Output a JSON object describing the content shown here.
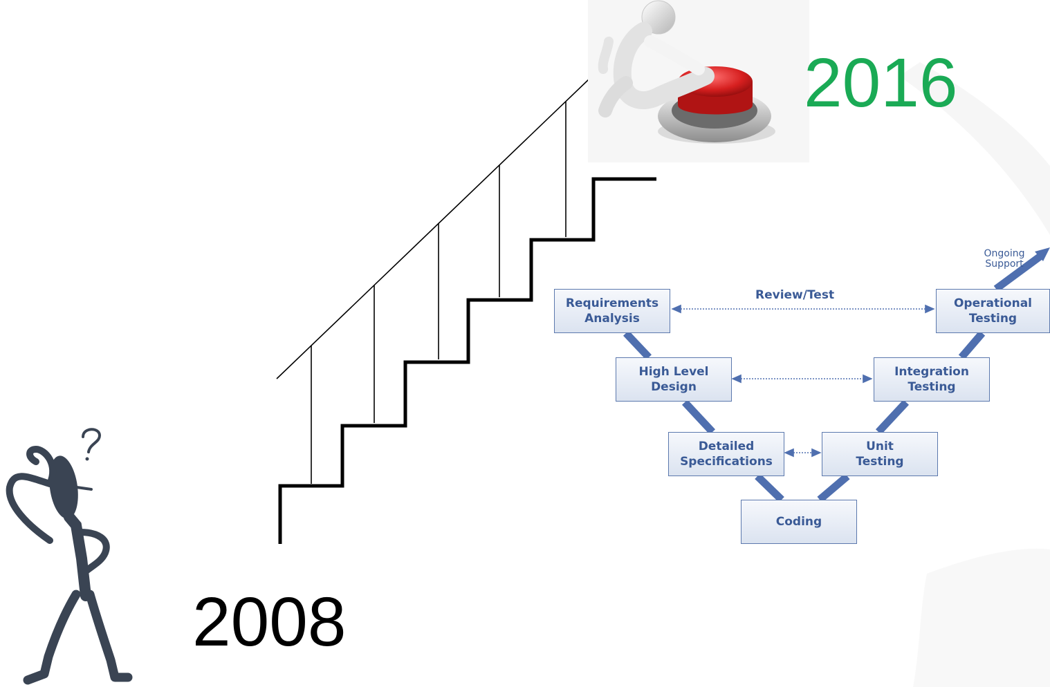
{
  "years": {
    "start": "2008",
    "end": "2016"
  },
  "colors": {
    "end_year": "#1aaa55",
    "v_model": "#3a5a96",
    "v_line": "#4f6faf",
    "button": "#d61f1f"
  },
  "v_model": {
    "review_label": "Review/Test",
    "support_label": "Ongoing\nSupport",
    "left_phases": [
      "Requirements\nAnalysis",
      "High Level\nDesign",
      "Detailed\nSpecifications"
    ],
    "bottom_phase": "Coding",
    "right_phases": [
      "Unit\nTesting",
      "Integration\nTesting",
      "Operational\nTesting"
    ]
  },
  "icons": [
    "thinking-man-icon",
    "question-mark-icon",
    "red-button-figure-icon",
    "staircase-icon"
  ]
}
